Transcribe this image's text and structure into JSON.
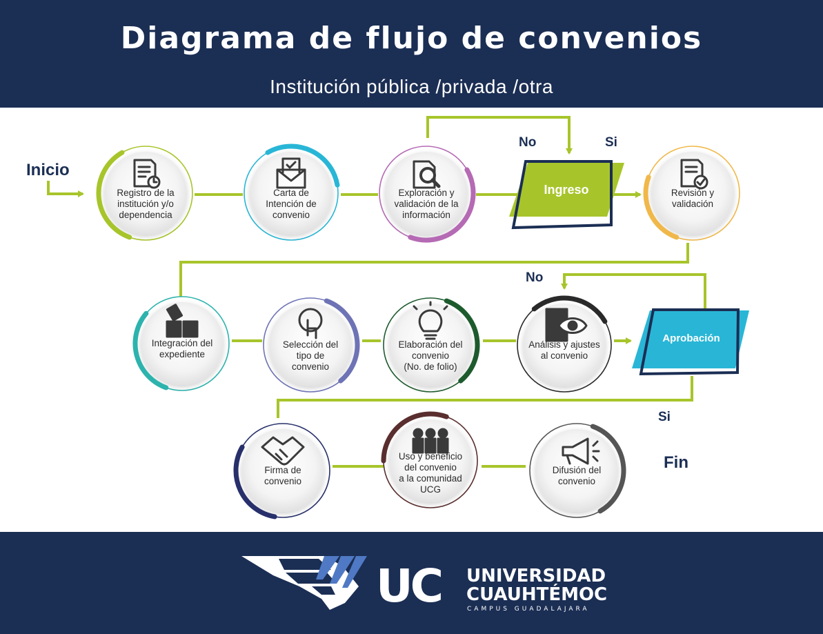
{
  "header": {
    "title": "Diagrama de flujo de convenios",
    "subtitle": "Institución  pública /privada /otra"
  },
  "labels": {
    "start": "Inicio",
    "end": "Fin",
    "no_1": "No",
    "si_1": "Si",
    "no_2": "No",
    "si_2": "Si"
  },
  "steps": [
    {
      "lines": [
        "Registro de la",
        "institución y/o",
        "dependencia"
      ],
      "icon": "document-clock-icon",
      "color": "#a7c52b"
    },
    {
      "lines": [
        "Carta de",
        "Intención de",
        "convenio"
      ],
      "icon": "envelope-letter-icon",
      "color": "#29b6d6"
    },
    {
      "lines": [
        "Exploración y",
        "validación de la",
        "información"
      ],
      "icon": "search-document-icon",
      "color": "#b56ab4"
    },
    {
      "lines": [
        "Revisión y",
        "validación"
      ],
      "icon": "document-check-icon",
      "color": "#f0b84a"
    },
    {
      "lines": [
        "Integración del",
        "expediente"
      ],
      "icon": "puzzle-icon",
      "color": "#2db3ad"
    },
    {
      "lines": [
        "Selección del",
        "tipo de",
        "convenio"
      ],
      "icon": "touch-icon",
      "color": "#6e73b5"
    },
    {
      "lines": [
        "Elaboración del",
        "convenio",
        "(No. de folio)"
      ],
      "icon": "lightbulb-icon",
      "color": "#1d5b2d"
    },
    {
      "lines": [
        "Análisis y ajustes",
        "al convenio"
      ],
      "icon": "eye-document-icon",
      "color": "#2a2a2a"
    },
    {
      "lines": [
        "Firma de",
        "convenio"
      ],
      "icon": "handshake-icon",
      "color": "#27306b"
    },
    {
      "lines": [
        "Uso y beneficio",
        "del convenio",
        "a la  comunidad",
        "UCG"
      ],
      "icon": "community-icon",
      "color": "#5a2e2e"
    },
    {
      "lines": [
        "Difusión del",
        "convenio"
      ],
      "icon": "megaphone-icon",
      "color": "#555555"
    }
  ],
  "decisions": [
    {
      "label": "Ingreso",
      "color": "#a7c52b"
    },
    {
      "label": "Aprobación",
      "color": "#29b6d6"
    }
  ],
  "brand": {
    "acronym": "UC",
    "name_line1": "UNIVERSIDAD",
    "name_line2": "CUAUHTÉMOC",
    "campus": "CAMPUS GUADALAJARA",
    "logo": "eagle-wing-logo"
  },
  "colors": {
    "navy": "#1b2e54",
    "connector": "#a7c52b",
    "accent_blue": "#4f79c4"
  }
}
